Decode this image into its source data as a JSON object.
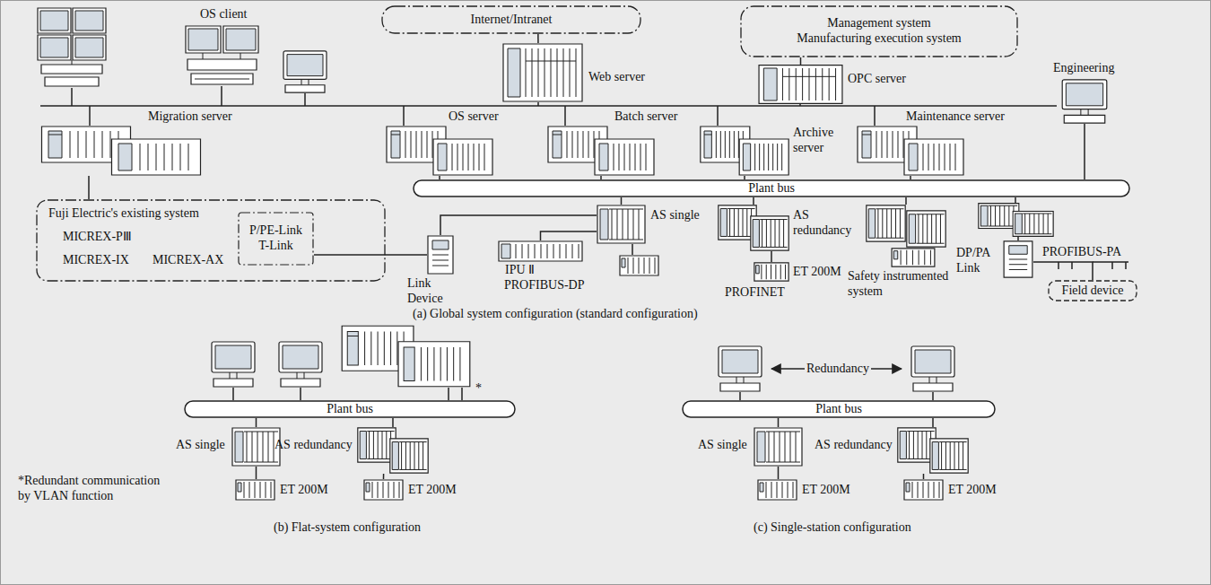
{
  "diagram": {
    "nodes": [
      {
        "text": [
          "Internet/Intranet"
        ]
      },
      {
        "text": [
          "Management system Manufacturing execution system"
        ]
      },
      {
        "text": [
          "OS client"
        ]
      },
      {
        "text": [
          "Web server"
        ]
      },
      {
        "text": [
          "OPC server"
        ]
      },
      {
        "text": [
          "Migration server"
        ]
      },
      {
        "text": [
          "OS server"
        ]
      },
      {
        "text": [
          "Batch server"
        ]
      },
      {
        "text": [
          "Archive server"
        ]
      },
      {
        "text": [
          "Maintenance server"
        ]
      },
      {
        "text": [
          "Engineering"
        ]
      },
      {
        "text": [
          "Fuji Electric's existing system",
          "MICREX-PⅢ",
          "MICREX-IX",
          "MICREX-AX"
        ]
      },
      {
        "text": [
          "P/PE-Link T-Link"
        ],
        "in": 11
      },
      {
        "text": [
          "Plant bus"
        ]
      },
      {
        "text": [
          "Link Device"
        ]
      },
      {
        "text": [
          "IPU Ⅱ"
        ]
      },
      {
        "text": [
          "AS single"
        ]
      },
      {
        "text": [
          "AS redundancy"
        ]
      },
      {
        "text": [
          "ET 200M"
        ]
      },
      {
        "text": [
          "Safety instrumented system"
        ]
      },
      {
        "text": [
          "DP/PA Link"
        ]
      },
      {
        "text": [
          "Field device"
        ]
      },
      {
        "text": [
          "Plant bus"
        ]
      },
      {
        "text": [
          "AS single"
        ]
      },
      {
        "text": [
          "AS redundancy"
        ]
      },
      {
        "text": [
          "ET 200M"
        ]
      },
      {
        "text": [
          "ET 200M"
        ]
      },
      {
        "text": [
          "Plant bus"
        ]
      },
      {
        "text": [
          "AS single"
        ]
      },
      {
        "text": [
          "AS redundancy"
        ]
      },
      {
        "text": [
          "ET 200M"
        ]
      },
      {
        "text": [
          "ET 200M"
        ]
      }
    ],
    "edges": [
      {
        "from": 3,
        "to": 0,
        "arrow": "none"
      },
      {
        "from": 4,
        "to": 1,
        "arrow": "none"
      },
      {
        "from": 6,
        "to": 13,
        "arrow": "none"
      },
      {
        "from": 7,
        "to": 13,
        "arrow": "none"
      },
      {
        "from": 8,
        "to": 13,
        "arrow": "none"
      },
      {
        "from": 9,
        "to": 13,
        "arrow": "none"
      },
      {
        "from": 10,
        "to": 13,
        "arrow": "none"
      },
      {
        "from": 5,
        "to": 11,
        "arrow": "none"
      },
      {
        "from": 12,
        "to": 14,
        "arrow": "none"
      },
      {
        "from": 14,
        "to": 16,
        "arrow": "none"
      },
      {
        "from": 15,
        "to": 16,
        "arrow": "none"
      },
      {
        "from": 16,
        "to": 13,
        "arrow": "none"
      },
      {
        "from": 17,
        "to": 13,
        "arrow": "none"
      },
      {
        "from": 17,
        "to": 18,
        "arrow": "none"
      },
      {
        "from": 19,
        "to": 13,
        "arrow": "none"
      },
      {
        "from": 20,
        "to": 21,
        "arrow": "none"
      },
      {
        "from": 23,
        "to": 22,
        "arrow": "none"
      },
      {
        "from": 24,
        "to": 22,
        "arrow": "none"
      },
      {
        "from": 23,
        "to": 25,
        "arrow": "none"
      },
      {
        "from": 24,
        "to": 26,
        "arrow": "none"
      },
      {
        "from": 28,
        "to": 27,
        "arrow": "none"
      },
      {
        "from": 29,
        "to": 27,
        "arrow": "none"
      },
      {
        "from": 28,
        "to": 30,
        "arrow": "none"
      },
      {
        "from": 29,
        "to": 31,
        "arrow": "none"
      }
    ],
    "labels": [
      "PROFIBUS-DP",
      "PROFINET",
      "PROFIBUS-PA",
      "(a) Global system configuration (standard configuration)",
      "*",
      "*Redundant communication by VLAN function",
      "(b) Flat-system configuration",
      "Redundancy",
      "(c) Single-station configuration"
    ]
  }
}
